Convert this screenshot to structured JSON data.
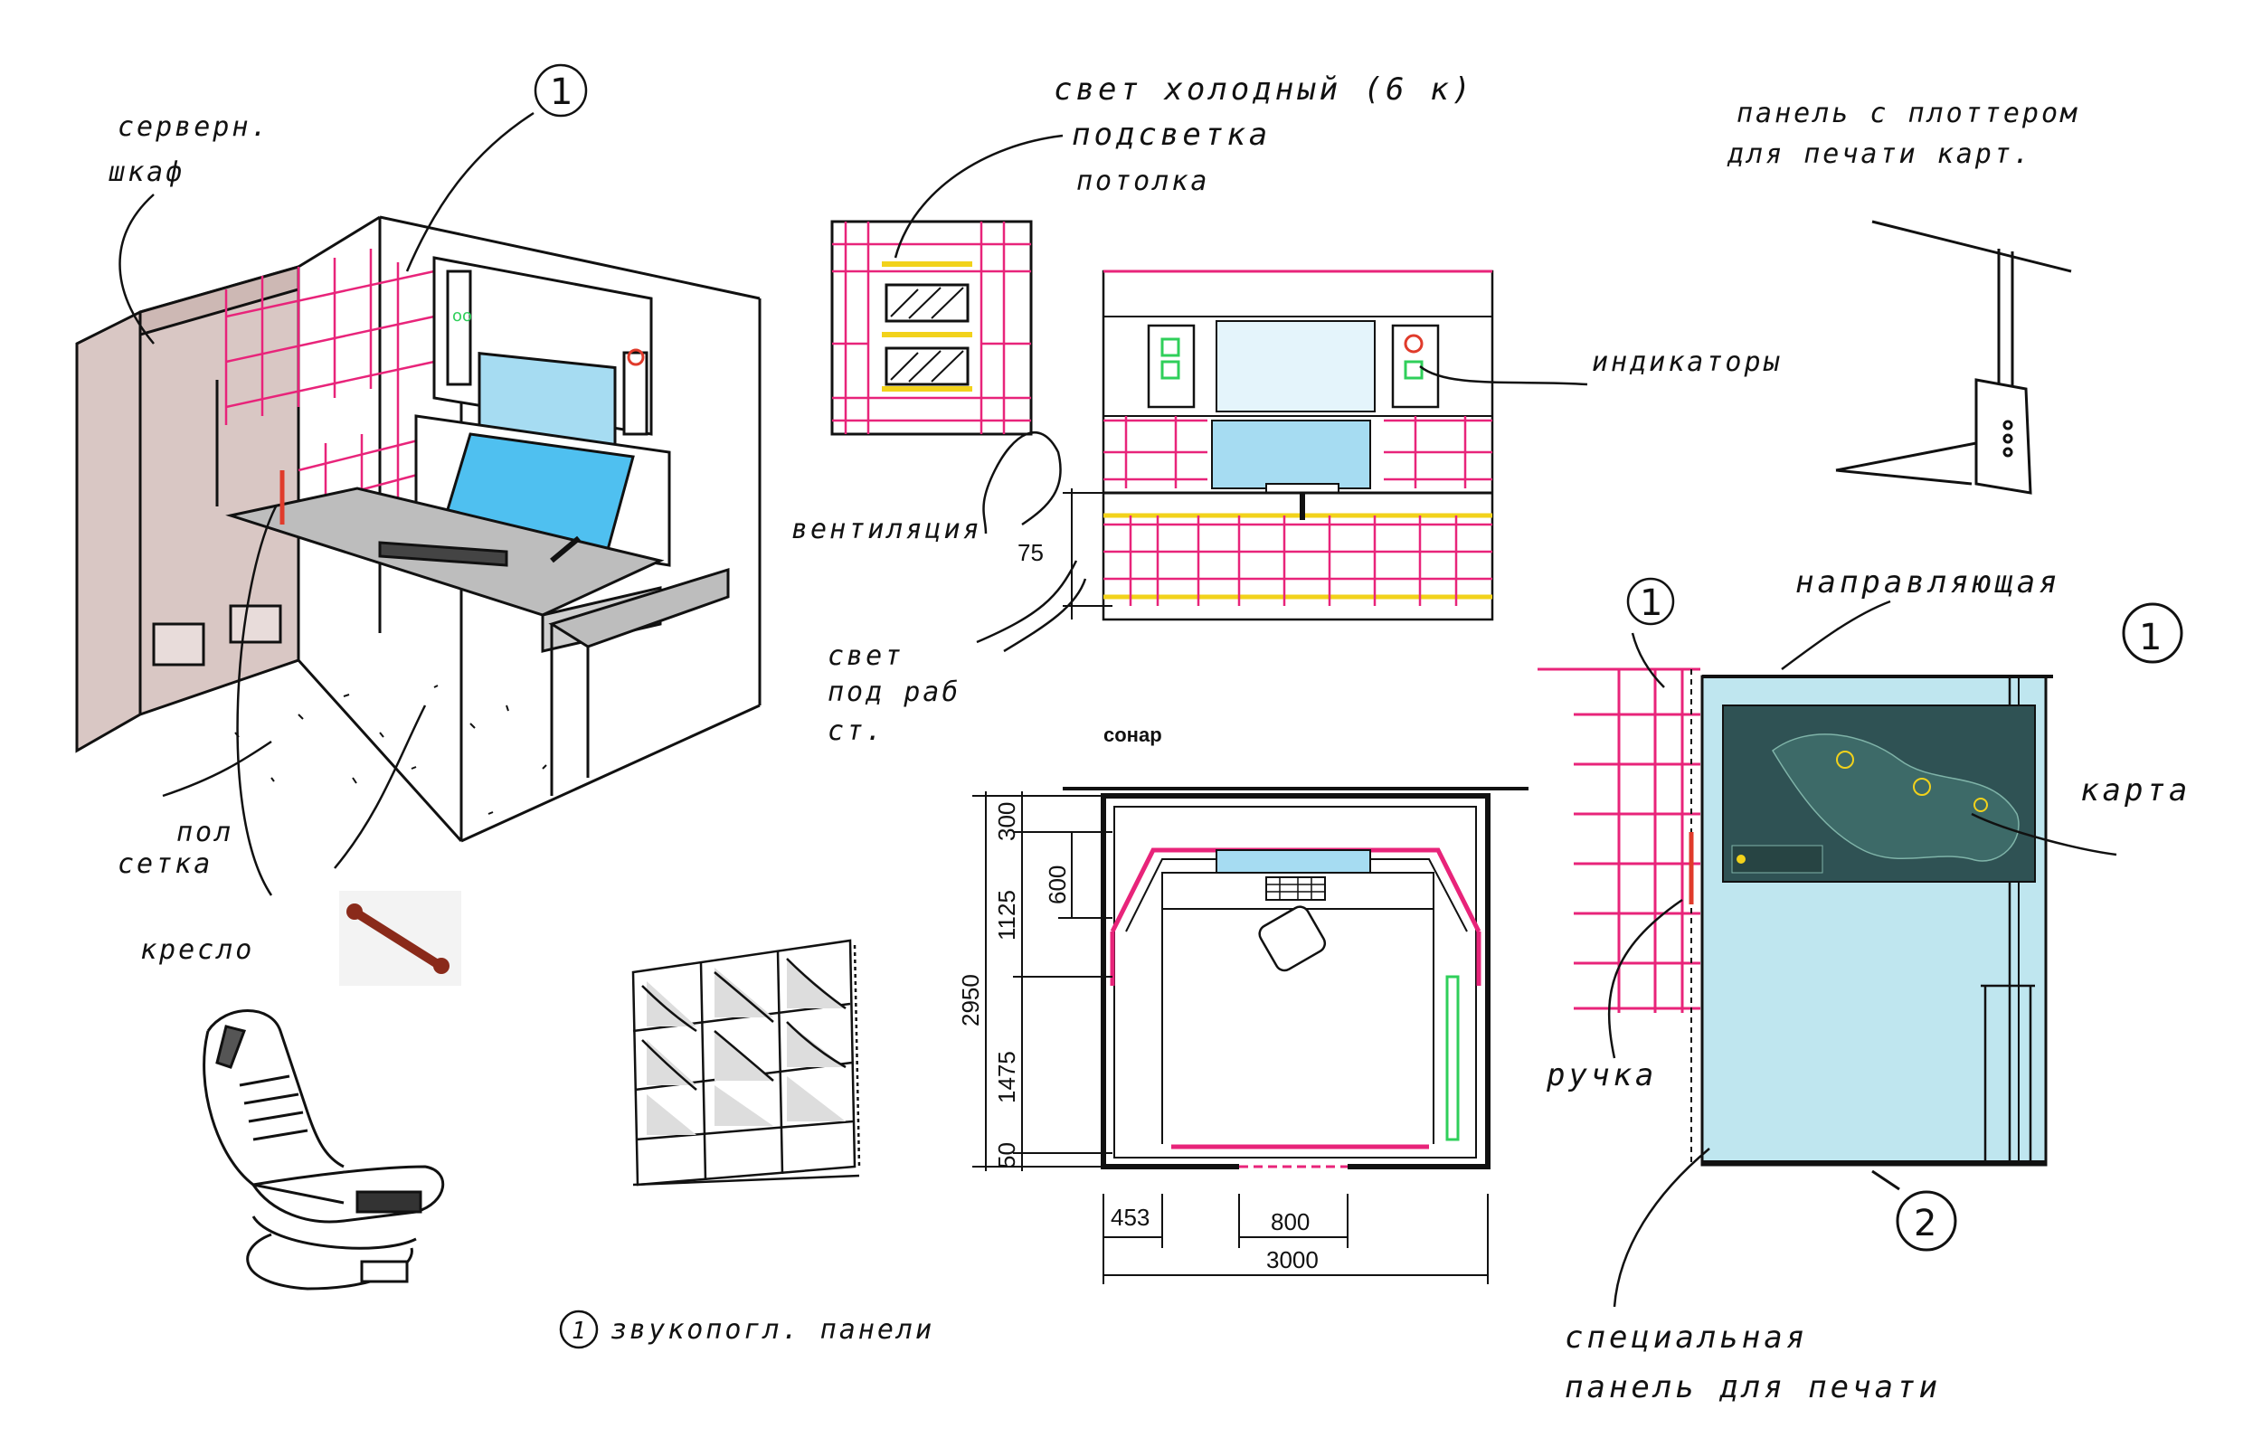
{
  "labels": {
    "server_cabinet_1": "серверн.",
    "server_cabinet_2": "шкаф",
    "ref_1_top": "1",
    "light_1": "свет холодный (6 к)",
    "light_2": "подсветка",
    "light_3": "потолка",
    "panel_plotter_1": "панель с плоттером",
    "panel_plotter_2": "для печати карт.",
    "indicators": "индикаторы",
    "ventilation": "вентиляция",
    "dim_75": "75",
    "under_light_1": "свет",
    "under_light_2": "под раб",
    "under_light_3": "ст.",
    "sonar_title": "сонар",
    "guide": "направляющая",
    "ref_1_mid": "1",
    "ref_1_big": "1",
    "map": "карта",
    "floor_1": "пол",
    "floor_2": "сетка",
    "chair": "кресло",
    "handle": "ручка",
    "ref_2": "2",
    "acoustic_ref": "1",
    "acoustic": "звукопогл. панели",
    "special_1": "специальная",
    "special_2": "панель для печати"
  },
  "dimensions": {
    "v_300": "300",
    "v_600": "600",
    "v_1125": "1125",
    "v_2950": "2950",
    "v_1475": "1475",
    "v_50": "50",
    "h_453": "453",
    "h_800": "800",
    "h_3000": "3000"
  },
  "colors": {
    "ink": "#111111",
    "magenta": "#e8247a",
    "yellow": "#f2d21b",
    "screen_blue": "#a6dcf2",
    "panel_blue": "#bfe6ef",
    "cabinet": "#d9c7c4",
    "handle_red": "#e03b2b",
    "indicator_green": "#2fcf5a",
    "map_bg": "#2f5254"
  }
}
